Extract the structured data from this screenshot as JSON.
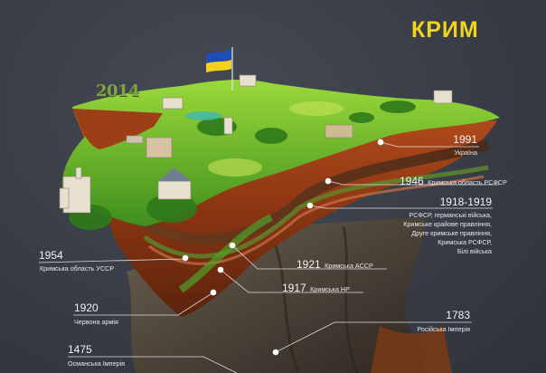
{
  "title": "КРИМ",
  "overlay_year": "2014",
  "colors": {
    "background": "#3a3e48",
    "title": "#f1d41c",
    "label_text": "#eef0f2",
    "marker": "#ffffff",
    "flag_blue": "#1f4fb5",
    "flag_yellow": "#f3d21b"
  },
  "timeline": [
    {
      "year": "1991",
      "label": "Україна",
      "side": "right"
    },
    {
      "year": "1946",
      "label": "Кримська область РСФСР",
      "side": "right"
    },
    {
      "year": "1918-1919",
      "label_lines": [
        "РСФСР, германські війська,",
        "Кримське крайове правління,",
        "Друге кримське правління,",
        "Кримська РСФСР,",
        "Білі війська"
      ],
      "side": "right"
    },
    {
      "year": "1954",
      "label": "Кримська область УССР",
      "side": "left"
    },
    {
      "year": "1921",
      "label": "Кримська АССР",
      "side": "right"
    },
    {
      "year": "1917",
      "label": "Кримська НР",
      "side": "right"
    },
    {
      "year": "1920",
      "label": "Червона армія",
      "side": "left"
    },
    {
      "year": "1783",
      "label": "Російська Імперія",
      "side": "right"
    },
    {
      "year": "1475",
      "label": "Османська Імперія",
      "side": "left"
    }
  ],
  "icons": {
    "flag": "ukraine-flag-icon",
    "marker": "timeline-dot-icon"
  }
}
